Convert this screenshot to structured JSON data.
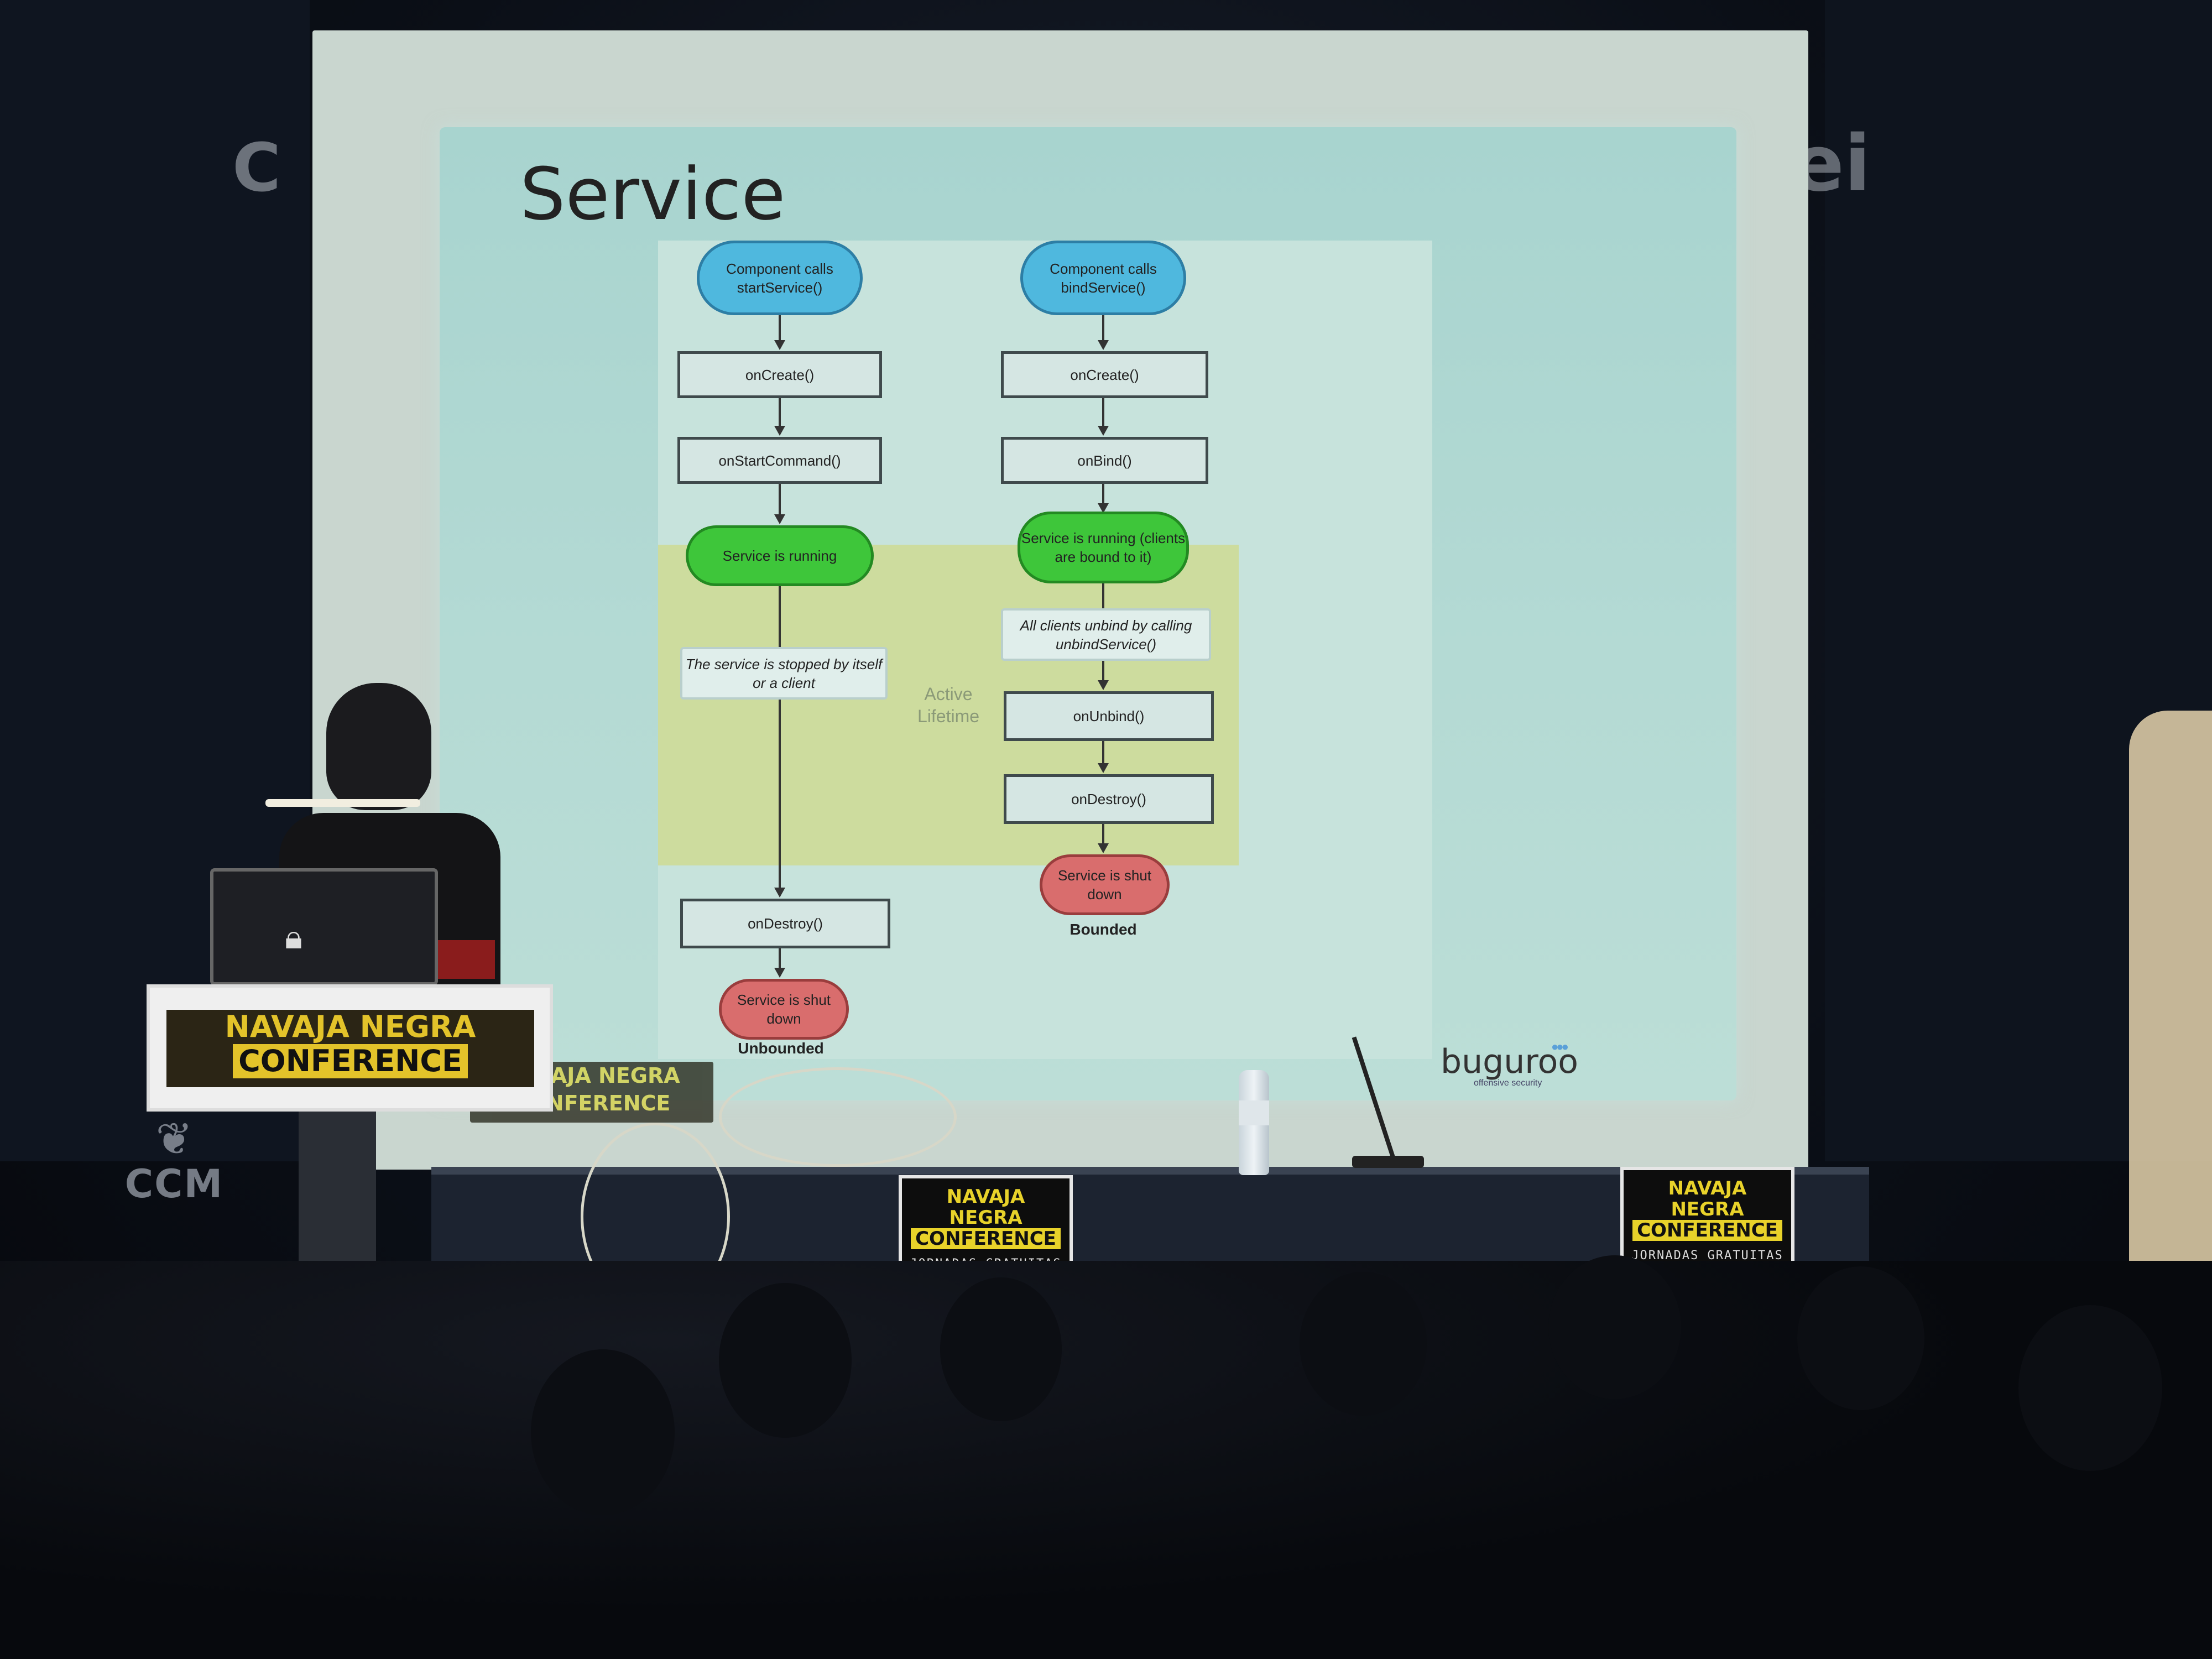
{
  "scene": {
    "description_type": "conference talk photo",
    "colors": {
      "stage_bg": "#0b0f17",
      "slide_bg": "#b4dad4",
      "start_node": "#4fb8de",
      "running_node": "#3ec63a",
      "shutdown_node": "#d96d6d",
      "active_lifetime_zone": "#cddc9e",
      "brand_yellow": "#e3c32a"
    }
  },
  "slide": {
    "title": "Service",
    "lifetime_label": "Active Lifetime",
    "brand": "buguroo",
    "brand_tagline": "offensive security",
    "unbounded": {
      "label": "Unbounded",
      "start": "Component calls startService()",
      "on_create": "onCreate()",
      "on_start_command": "onStartCommand()",
      "running": "Service is running",
      "stopped_note": "The service is stopped by itself or a client",
      "on_destroy": "onDestroy()",
      "shutdown": "Service is shut down"
    },
    "bounded": {
      "label": "Bounded",
      "start": "Component calls bindService()",
      "on_create": "onCreate()",
      "on_bind": "onBind()",
      "running": "Service is running (clients are bound to it)",
      "unbind_note": "All clients unbind by calling unbindService()",
      "on_unbind": "onUnbind()",
      "on_destroy": "onDestroy()",
      "shutdown": "Service is shut down"
    }
  },
  "banners": {
    "podium_line1": "NAVAJA NEGRA",
    "podium_line2": "CONFERENCE",
    "screen_line1": "NAVAJA NEGRA",
    "screen_line2": "CONFERENCE",
    "poster_title": "NAVAJA NEGRA",
    "poster_sub": "CONFERENCE",
    "poster_note": "JORNADAS GRATUITAS"
  },
  "venue": {
    "left_logo": "C",
    "right_logo": "ei",
    "ccm_text": "CCM",
    "ccm_icon": "crown-flower-icon"
  },
  "icons": {
    "laptop_lock": "lock-icon"
  }
}
